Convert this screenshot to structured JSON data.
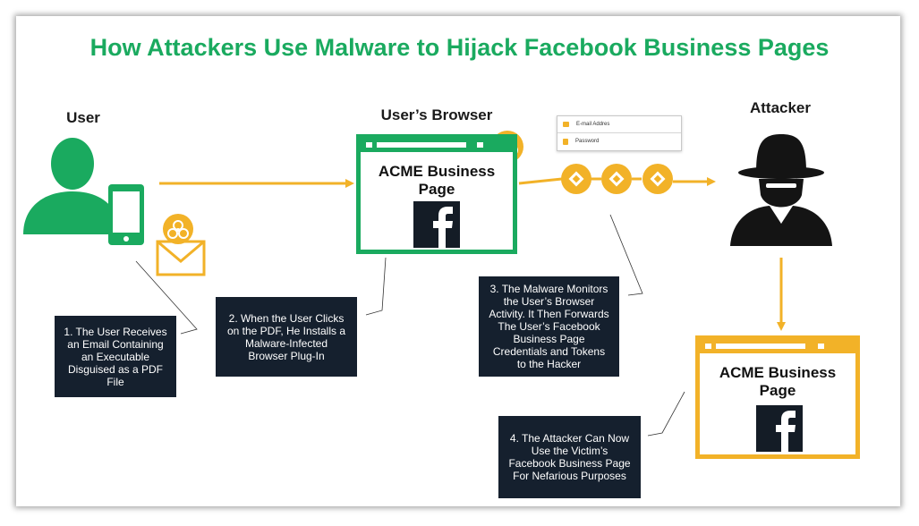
{
  "title": "How Attackers Use Malware to Hijack Facebook Business Pages",
  "actors": {
    "user": "User",
    "browser": "User’s Browser",
    "attacker": "Attacker"
  },
  "browser_window": {
    "title": "ACME Business Page",
    "title_line1": "ACME Business",
    "title_line2": "Page"
  },
  "attacker_window": {
    "title": "ACME Business Page",
    "title_line1": "ACME Business",
    "title_line2": "Page"
  },
  "login_form": {
    "email_placeholder": "E-mail Addres",
    "password_placeholder": "Password"
  },
  "steps": [
    {
      "text": "1. The User Receives an Email Containing an Executable Disguised as a PDF File"
    },
    {
      "text": "2. When the User Clicks on the PDF, He Installs a Malware-Infected Browser Plug-In"
    },
    {
      "text": "3. The Malware Monitors the User’s Browser Activity. It Then Forwards The User’s Facebook Business Page Credentials and Tokens to the Hacker"
    },
    {
      "text": "4. The Attacker Can Now Use the Victim’s Facebook Business Page For Nefarious Purposes"
    }
  ],
  "colors": {
    "green": "#1aaa5f",
    "yellow": "#f2b228",
    "dark": "#15202e"
  },
  "icons": [
    "user-icon",
    "phone-icon",
    "email-icon",
    "biohazard-icon",
    "facebook-icon",
    "token-icon",
    "hacker-icon",
    "email-field-icon",
    "lock-icon"
  ]
}
